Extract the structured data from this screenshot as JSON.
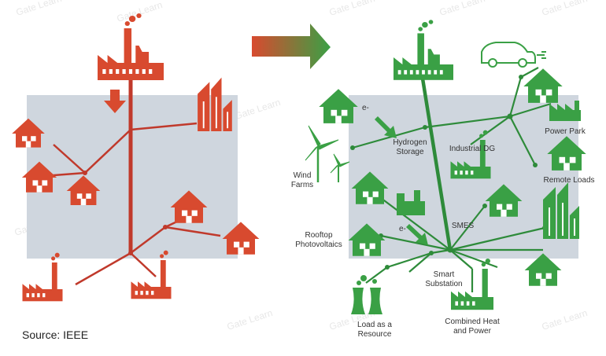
{
  "colors": {
    "legacy": "#d84a2f",
    "smart": "#3aa045",
    "panel": "#cfd6de",
    "line": "#c0392b",
    "greenline": "#2e8b3a"
  },
  "watermark": "Gate Learn",
  "source": "Source: IEEE",
  "labels": {
    "e1": "e-",
    "hydrogen": "Hydrogen\nStorage",
    "industrial": "Industrial DG",
    "wind": "Wind\nFarms",
    "power_park": "Power Park",
    "remote": "Remote Loads",
    "rooftop": "Rooftop\nPhotovoltaics",
    "e2": "e-",
    "smes": "SMES",
    "smart_sub": "Smart\nSubstation",
    "load": "Load as a\nResource",
    "chp": "Combined Heat\nand Power"
  },
  "icons": {
    "arrow": "transition-arrow-icon",
    "factory": "factory-icon",
    "house": "house-icon",
    "building": "skyscraper-icon",
    "wind": "wind-turbine-icon",
    "car": "electric-car-icon",
    "cooling": "cooling-tower-icon"
  }
}
